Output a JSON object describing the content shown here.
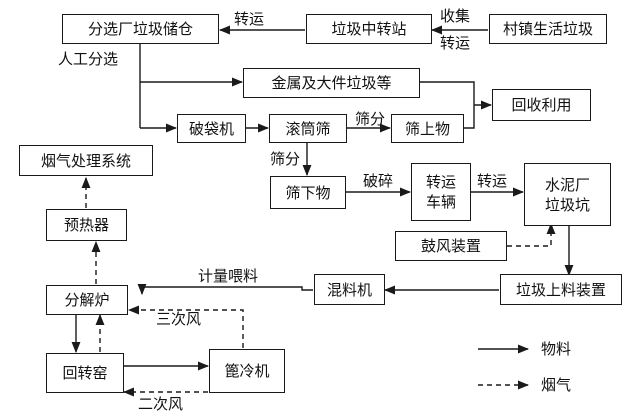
{
  "nodes": {
    "sorting_plant_storage": "分选厂垃圾储仓",
    "transfer_station": "垃圾中转站",
    "village_waste": "村镇生活垃圾",
    "metal_bulky": "金属及大件垃圾等",
    "recycling": "回收利用",
    "bag_breaker": "破袋机",
    "drum_screen": "滚筒筛",
    "oversize": "筛上物",
    "flue_gas_system": "烟气处理系统",
    "undersize": "筛下物",
    "transfer_vehicle_1": "转运",
    "transfer_vehicle_2": "车辆",
    "cement_pit_1": "水泥厂",
    "cement_pit_2": "垃圾坑",
    "preheater": "预热器",
    "blower": "鼓风装置",
    "mixer": "混料机",
    "feeding_device": "垃圾上料装置",
    "calciner": "分解炉",
    "rotary_kiln": "回转窑",
    "grate_cooler": "篦冷机"
  },
  "edge_labels": {
    "transfer_top": "转运",
    "collect": "收集",
    "transfer_bottom": "转运",
    "manual_sort": "人工分选",
    "screen_split_1": "筛分",
    "screen_split_2": "筛分",
    "crush": "破碎",
    "transfer_mid": "转运",
    "metered_feed": "计量喂料",
    "tertiary_air": "三次风",
    "secondary_air": "二次风"
  },
  "legend": {
    "material": "物料",
    "flue_gas": "烟气"
  }
}
